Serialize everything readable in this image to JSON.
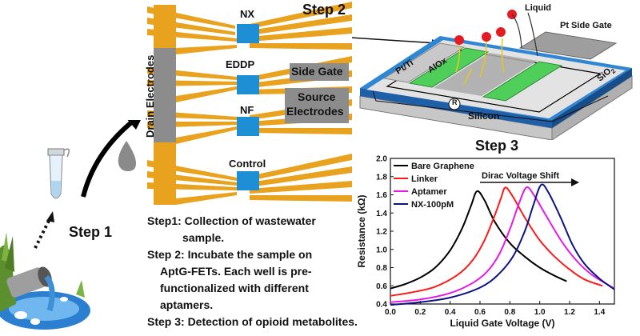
{
  "step1": {
    "title": "Step 1"
  },
  "step2": {
    "title": "Step 2",
    "wells": [
      "NX",
      "EDDP",
      "NF",
      "Control"
    ],
    "drain_label": "Drain Electrodes",
    "side_gate_label": "Side Gate",
    "source_label_1": "Source",
    "source_label_2": "Electrodes"
  },
  "device": {
    "liquid": "Liquid",
    "pt_side_gate": "Pt Side Gate",
    "pt_ti": "Pt/Ti",
    "alox": "AlOx",
    "sio2": "SiO",
    "sio2_sub": "2",
    "silicon": "Silicon",
    "r_symbol": "R"
  },
  "step3": {
    "title": "Step 3"
  },
  "steps_text": {
    "l1": "Step1: Collection of wastewater",
    "l2": "sample.",
    "l3": "Step 2: Incubate the sample on",
    "l4": "AptG-FETs. Each well is pre-",
    "l5": "functionalized with different",
    "l6": "aptamers.",
    "l7": "Step 3: Detection of opioid metabolites."
  },
  "colors": {
    "gold": "#e8a21e",
    "well": "#1e8fd5",
    "gray_box": "#8c8c8c",
    "silicon": "#d7d7d7",
    "oxide": "#2f86d3",
    "electrode_green": "#4fcf5a"
  },
  "chart_data": {
    "type": "line",
    "title": "",
    "annotation": "Dirac Voltage Shift",
    "xlabel": "Liquid Gate Voltage (V)",
    "ylabel": "Resistance (kΩ)",
    "xlim": [
      0.0,
      1.5
    ],
    "ylim": [
      0.4,
      2.0
    ],
    "xticks": [
      "0.0",
      "0.2",
      "0.4",
      "0.6",
      "0.8",
      "1.0",
      "1.2",
      "1.4"
    ],
    "yticks": [
      "0.4",
      "0.6",
      "0.8",
      "1.0",
      "1.2",
      "1.4",
      "1.6",
      "1.8",
      "2.0"
    ],
    "legend_position": "top-left",
    "series": [
      {
        "name": "Bare Graphene",
        "color": "#000000",
        "x": [
          0.0,
          0.1,
          0.2,
          0.3,
          0.4,
          0.48,
          0.54,
          0.58,
          0.63,
          0.7,
          0.8,
          0.9,
          1.0,
          1.1,
          1.18
        ],
        "y": [
          0.57,
          0.62,
          0.69,
          0.8,
          0.99,
          1.23,
          1.48,
          1.64,
          1.54,
          1.3,
          1.07,
          0.92,
          0.8,
          0.71,
          0.65
        ]
      },
      {
        "name": "Linker",
        "color": "#ff1a1a",
        "x": [
          0.0,
          0.15,
          0.3,
          0.45,
          0.55,
          0.63,
          0.7,
          0.74,
          0.77,
          0.82,
          0.9,
          1.0,
          1.1,
          1.2,
          1.3,
          1.42
        ],
        "y": [
          0.49,
          0.53,
          0.59,
          0.72,
          0.88,
          1.1,
          1.38,
          1.56,
          1.68,
          1.58,
          1.35,
          1.1,
          0.92,
          0.78,
          0.67,
          0.6
        ]
      },
      {
        "name": "Aptamer",
        "color": "#e619e6",
        "x": [
          0.0,
          0.2,
          0.4,
          0.55,
          0.65,
          0.73,
          0.8,
          0.86,
          0.91,
          0.96,
          1.05,
          1.15,
          1.25,
          1.35,
          1.5
        ],
        "y": [
          0.42,
          0.45,
          0.52,
          0.63,
          0.76,
          0.95,
          1.22,
          1.5,
          1.68,
          1.6,
          1.35,
          1.08,
          0.87,
          0.72,
          0.57
        ]
      },
      {
        "name": "NX-100pM",
        "color": "#0c1480",
        "x": [
          0.0,
          0.2,
          0.4,
          0.6,
          0.72,
          0.82,
          0.9,
          0.96,
          1.01,
          1.06,
          1.14,
          1.22,
          1.3,
          1.4,
          1.5
        ],
        "y": [
          0.39,
          0.42,
          0.47,
          0.58,
          0.72,
          0.92,
          1.2,
          1.5,
          1.71,
          1.62,
          1.35,
          1.05,
          0.84,
          0.68,
          0.56
        ]
      }
    ]
  }
}
